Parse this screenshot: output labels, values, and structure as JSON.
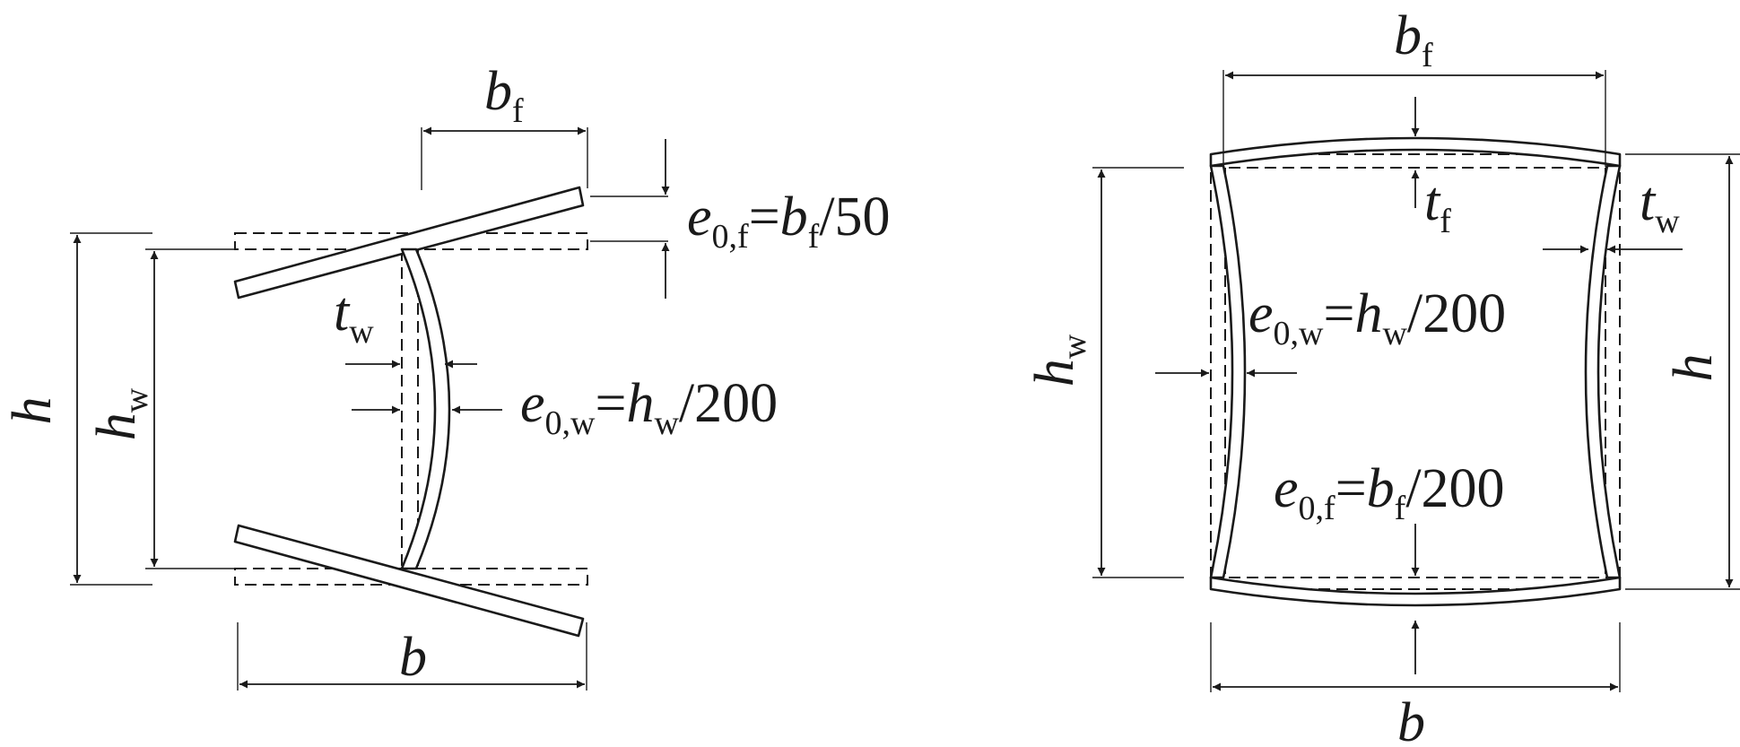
{
  "figure": {
    "left_section": {
      "label_bf": {
        "main": "b",
        "sub": "f"
      },
      "label_b": {
        "main": "b"
      },
      "label_h": {
        "main": "h"
      },
      "label_hw": {
        "main": "h",
        "sub": "w"
      },
      "label_tw": {
        "main": "t",
        "sub": "w"
      },
      "imperfection_flange": {
        "e": "e",
        "e_sub": "0,f",
        "eq": "=",
        "b": "b",
        "b_sub": "f",
        "tail": "/50"
      },
      "imperfection_web": {
        "e": "e",
        "e_sub": "0,w",
        "eq": "=",
        "h": "h",
        "h_sub": "w",
        "tail": "/200"
      }
    },
    "right_section": {
      "label_bf": {
        "main": "b",
        "sub": "f"
      },
      "label_b": {
        "main": "b"
      },
      "label_h": {
        "main": "h"
      },
      "label_hw": {
        "main": "h",
        "sub": "w"
      },
      "label_tf": {
        "main": "t",
        "sub": "f"
      },
      "label_tw": {
        "main": "t",
        "sub": "w"
      },
      "imperfection_web": {
        "e": "e",
        "e_sub": "0,w",
        "eq": "=",
        "h": "h",
        "h_sub": "w",
        "tail": "/200"
      },
      "imperfection_flange": {
        "e": "e",
        "e_sub": "0,f",
        "eq": "=",
        "b": "b",
        "b_sub": "f",
        "tail": "/200"
      }
    }
  }
}
